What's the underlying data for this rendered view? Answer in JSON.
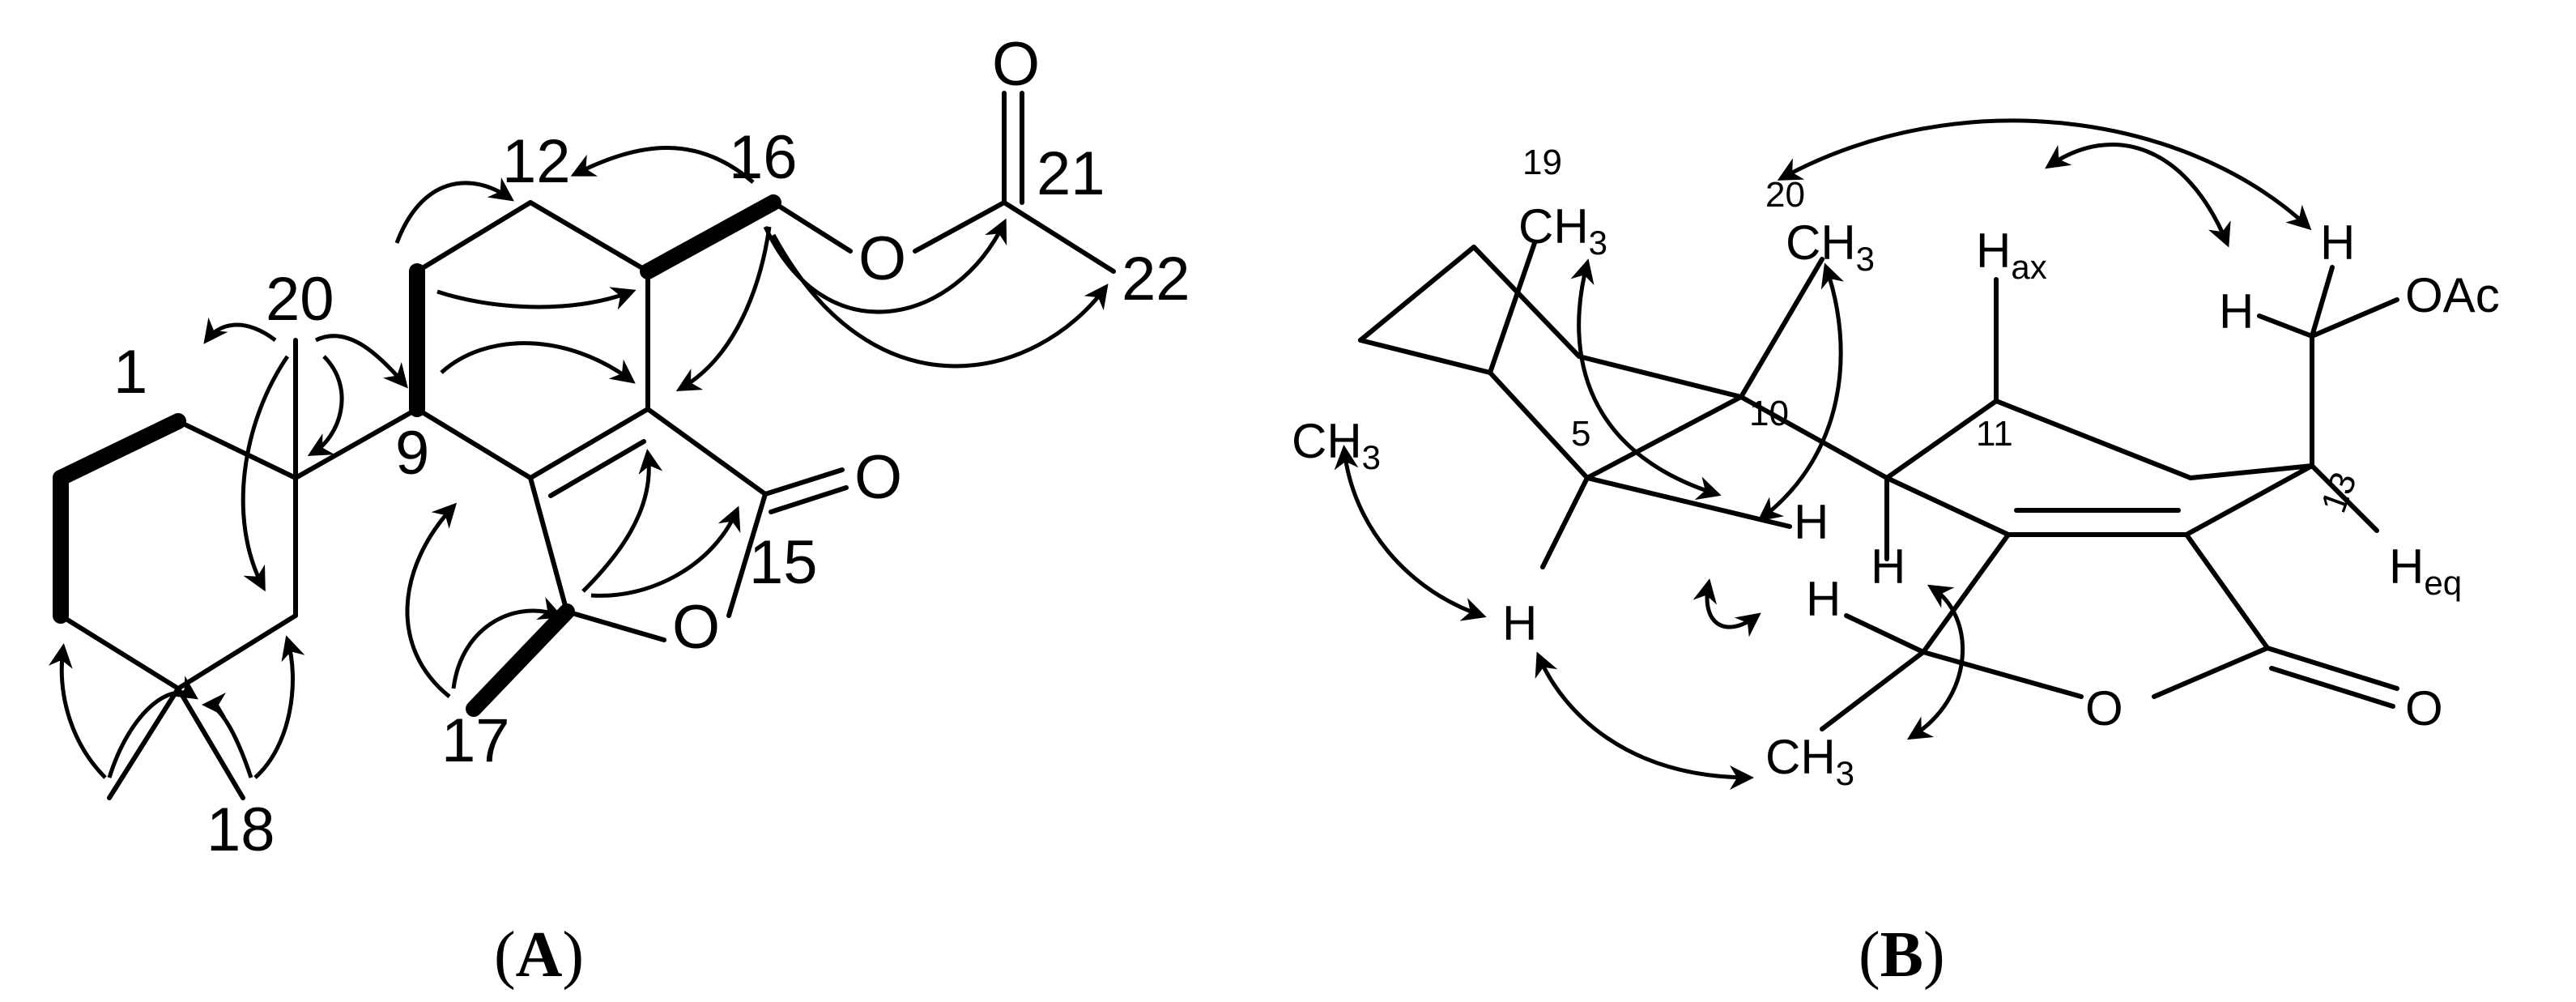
{
  "panel_a": {
    "caption": {
      "open": "(",
      "letter": "A",
      "close": ")"
    },
    "atoms": {
      "n1": "1",
      "n9": "9",
      "n12": "12",
      "n15": "15",
      "n16": "16",
      "n17": "17",
      "n18": "18",
      "n20": "20",
      "n21": "21",
      "n22": "22",
      "o_ring": "O",
      "o_carbonyl": "O",
      "o_ester": "O",
      "o_acyl": "O"
    }
  },
  "panel_b": {
    "caption": {
      "open": "(",
      "letter": "B",
      "close": ")"
    },
    "labels": {
      "ch3_main": "CH",
      "sub_3": "3",
      "h": "H",
      "ax": "ax",
      "eq": "eq",
      "oac": "OAc",
      "o": "O",
      "n5": "5",
      "n10": "10",
      "n11": "11",
      "n13": "13",
      "n19": "19",
      "n20": "20"
    }
  }
}
